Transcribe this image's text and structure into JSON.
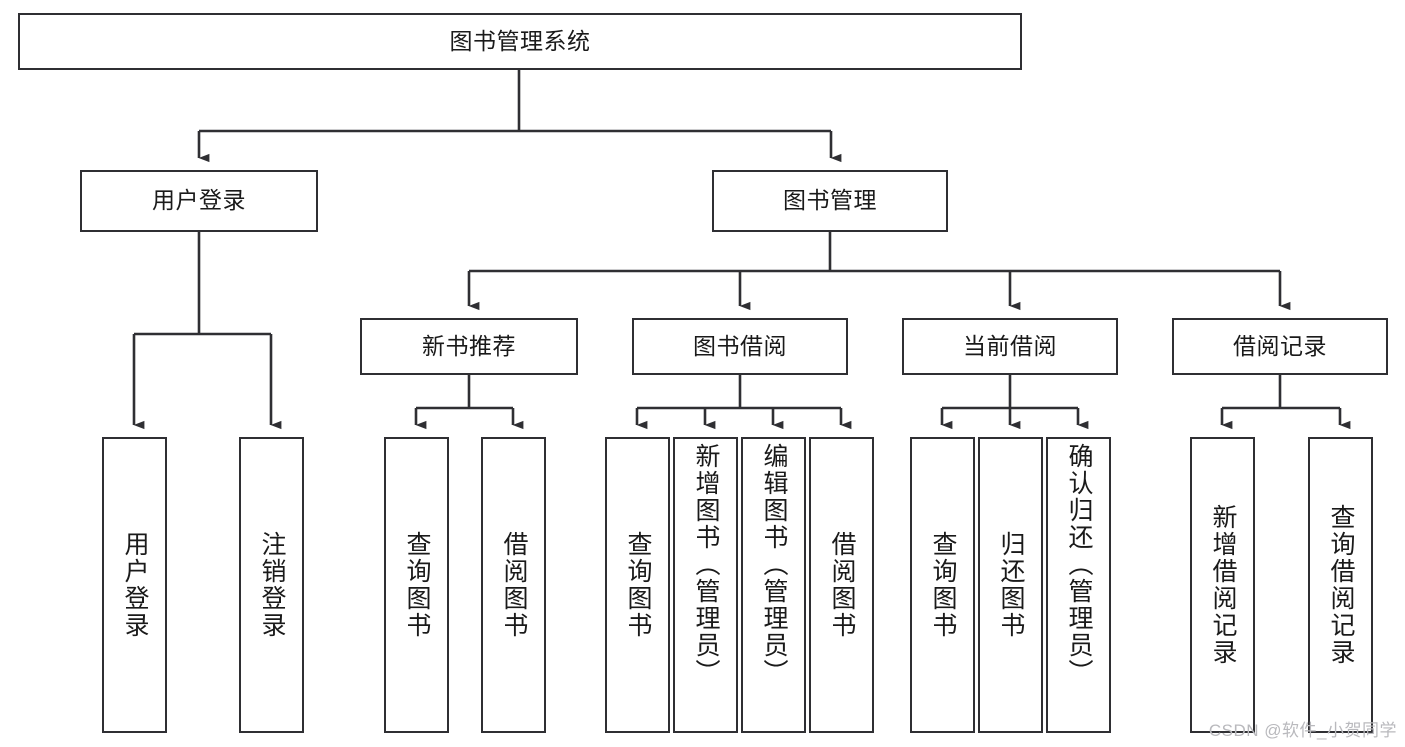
{
  "diagram": {
    "title": "图书管理系统",
    "type": "tree",
    "watermark": "CSDN @软件_小贺同学",
    "colors": {
      "box_border": "#2f2f33",
      "box_fill": "#ffffff",
      "connector": "#2f2f33",
      "text": "#1a1a1a",
      "watermark": "#b9b9bd",
      "background": "#ffffff"
    },
    "root": {
      "label": "图书管理系统"
    },
    "level1": [
      {
        "label": "用户登录"
      },
      {
        "label": "图书管理"
      }
    ],
    "level2": [
      {
        "label": "新书推荐"
      },
      {
        "label": "图书借阅"
      },
      {
        "label": "当前借阅"
      },
      {
        "label": "借阅记录"
      }
    ],
    "leaves": {
      "user_login": [
        {
          "label": "用户登录"
        },
        {
          "label": "注销登录"
        }
      ],
      "new_book_recommend": [
        {
          "label": "查询图书"
        },
        {
          "label": "借阅图书"
        }
      ],
      "book_borrow": [
        {
          "label": "查询图书"
        },
        {
          "label": "新增图书（管理员）"
        },
        {
          "label": "编辑图书（管理员）"
        },
        {
          "label": "借阅图书"
        }
      ],
      "current_borrow": [
        {
          "label": "查询图书"
        },
        {
          "label": "归还图书"
        },
        {
          "label": "确认归还（管理员）"
        }
      ],
      "borrow_record": [
        {
          "label": "新增借阅记录"
        },
        {
          "label": "查询借阅记录"
        }
      ]
    }
  }
}
